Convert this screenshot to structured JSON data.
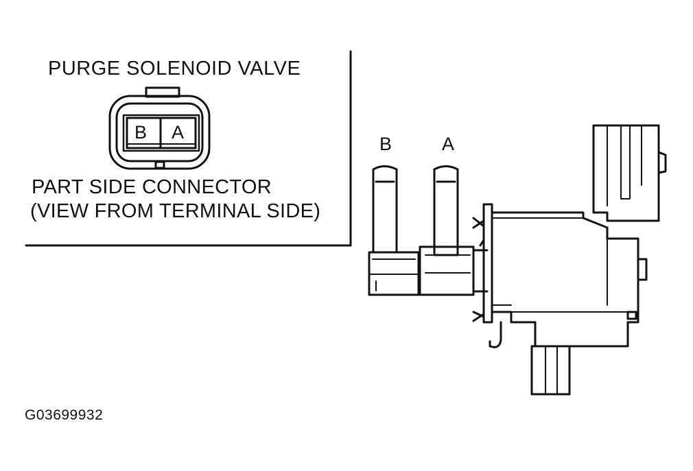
{
  "title": "PURGE SOLENOID VALVE",
  "connector": {
    "pin_b": "B",
    "pin_a": "A",
    "label_line1": "PART SIDE CONNECTOR",
    "label_line2": "(VIEW FROM TERMINAL SIDE)"
  },
  "valve": {
    "port_b": "B",
    "port_a": "A"
  },
  "figure_id": "G03699932",
  "colors": {
    "ink": "#111111",
    "background": "#ffffff"
  }
}
